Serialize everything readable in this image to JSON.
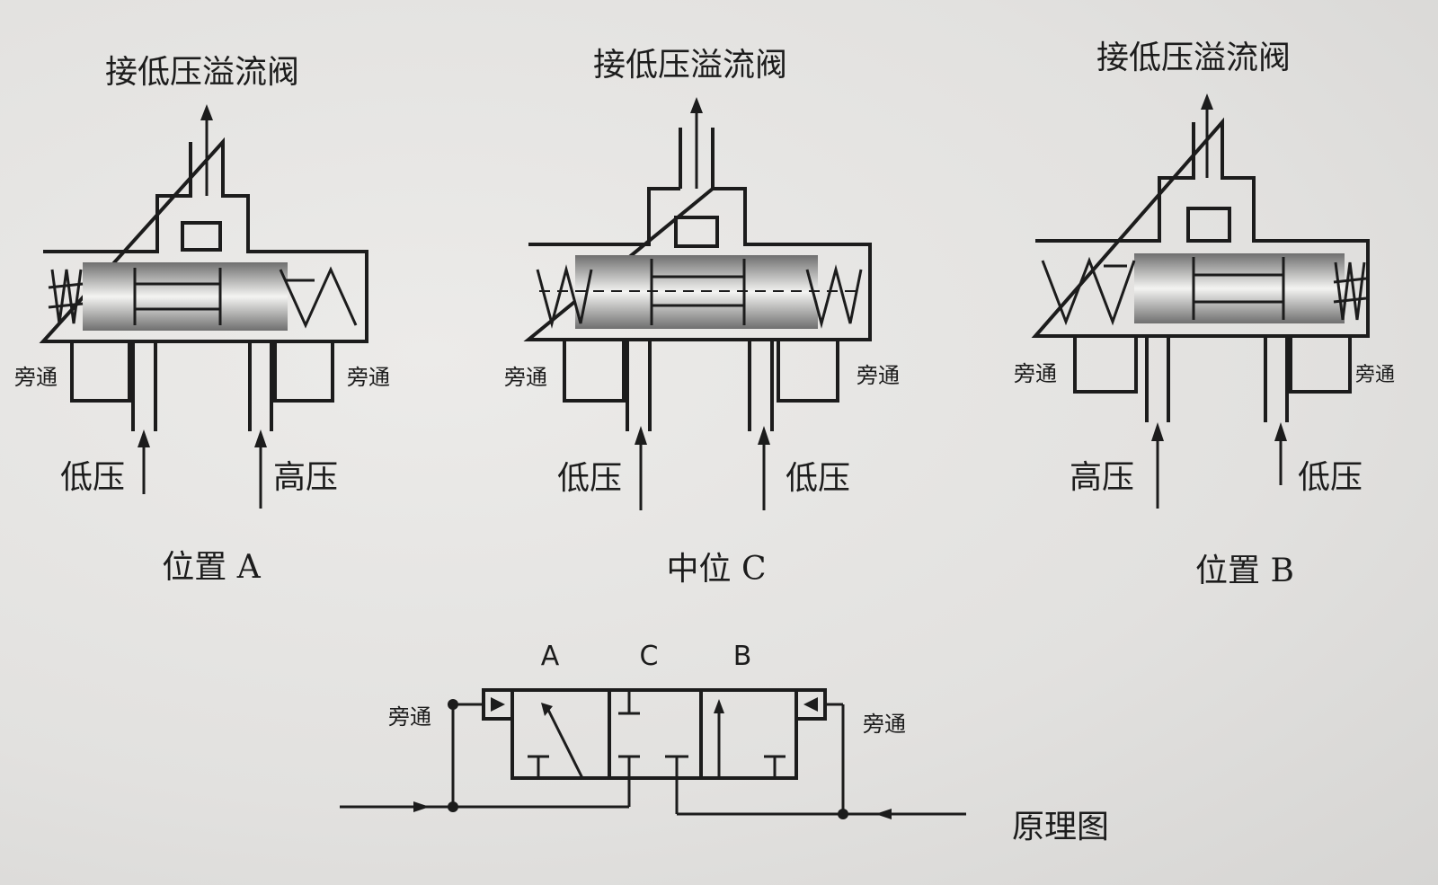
{
  "diagram": {
    "panel_a": {
      "top_label": "接低压溢流阀",
      "bypass_left": "旁通",
      "bypass_right": "旁通",
      "inlet_left": "低压",
      "inlet_right": "高压",
      "caption": "位置 A"
    },
    "panel_c": {
      "top_label": "接低压溢流阀",
      "bypass_left": "旁通",
      "bypass_right": "旁通",
      "inlet_left": "低压",
      "inlet_right": "低压",
      "caption": "中位 C"
    },
    "panel_b": {
      "top_label": "接低压溢流阀",
      "bypass_left": "旁通",
      "bypass_right": "旁通",
      "inlet_left": "高压",
      "inlet_right": "低压",
      "caption": "位置 B"
    },
    "schematic": {
      "pos_a": "A",
      "pos_c": "C",
      "pos_b": "B",
      "bypass_left": "旁通",
      "bypass_right": "旁通",
      "title": "原理图"
    }
  }
}
